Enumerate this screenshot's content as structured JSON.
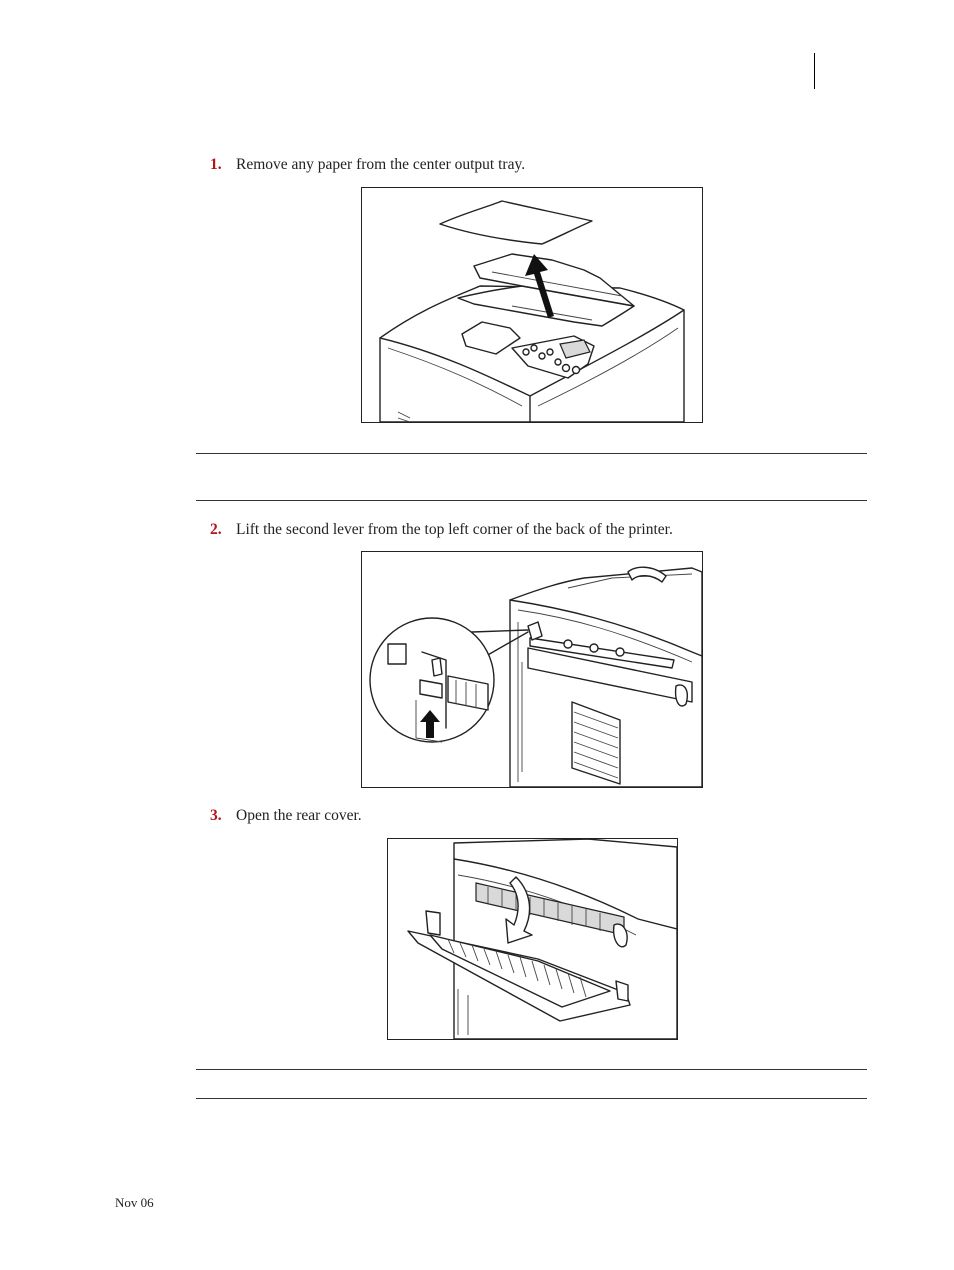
{
  "steps": [
    {
      "number": "1.",
      "text": "Remove any paper from the center output tray."
    },
    {
      "number": "2.",
      "text": "Lift the second lever from the top left corner of the back of the printer."
    },
    {
      "number": "3.",
      "text": "Open the rear cover."
    }
  ],
  "footer": {
    "date": "Nov 06"
  }
}
